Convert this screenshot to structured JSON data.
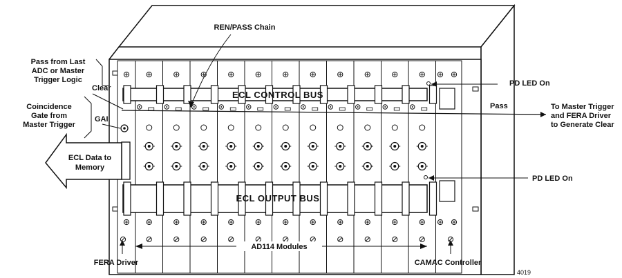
{
  "labels": {
    "ren_pass_chain": "REN/PASS Chain",
    "pass_from_last_1": "Pass from Last",
    "pass_from_last_2": "ADC or Master",
    "pass_from_last_3": "Trigger Logic",
    "clear": "Clear",
    "coincidence_1": "Coincidence",
    "coincidence_2": "Gate from",
    "coincidence_3": "Master Trigger",
    "gai": "GAI",
    "ecl_data_1": "ECL Data to",
    "ecl_data_2": "Memory",
    "ecl_control_bus": "ECL CONTROL BUS",
    "ecl_output_bus": "ECL OUTPUT BUS",
    "pd_led_on_top": "PD LED On",
    "pd_led_on_bottom": "PD LED On",
    "pass": "Pass",
    "to_master_1": "To Master Trigger",
    "to_master_2": "and FERA Driver",
    "to_master_3": "to Generate Clear",
    "ad114_modules": "AD114 Modules",
    "fera_driver": "FERA Driver",
    "camac_controller": "CAMAC Controller",
    "figure_number": "4019"
  },
  "ad114_module_count": 11
}
